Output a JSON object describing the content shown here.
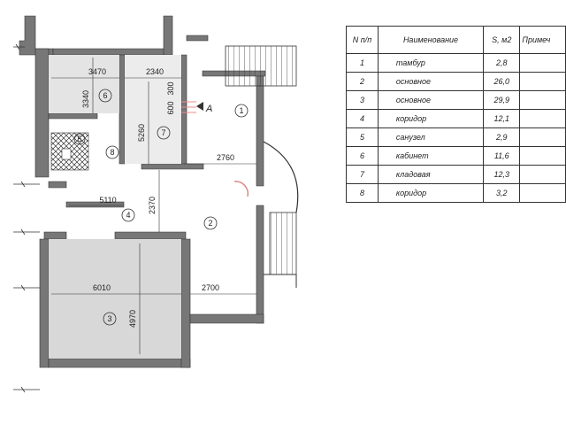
{
  "table": {
    "headers": {
      "num": "N п/п",
      "name": "Наименование",
      "area": "S, м2",
      "note": "Примеч"
    },
    "rows": [
      {
        "num": "1",
        "name": "тамбур",
        "area": "2,8",
        "note": ""
      },
      {
        "num": "2",
        "name": "основное",
        "area": "26,0",
        "note": ""
      },
      {
        "num": "3",
        "name": "основное",
        "area": "29,9",
        "note": ""
      },
      {
        "num": "4",
        "name": "коридор",
        "area": "12,1",
        "note": ""
      },
      {
        "num": "5",
        "name": "санузел",
        "area": "2,9",
        "note": ""
      },
      {
        "num": "6",
        "name": "кабинет",
        "area": "11,6",
        "note": ""
      },
      {
        "num": "7",
        "name": "кладовая",
        "area": "12,3",
        "note": ""
      },
      {
        "num": "8",
        "name": "коридор",
        "area": "3,2",
        "note": ""
      }
    ]
  },
  "plan": {
    "dimensions": {
      "d3470": "3470",
      "d2340": "2340",
      "d3340": "3340",
      "d5260": "5260",
      "d600": "600",
      "d300": "300",
      "d2760": "2760",
      "d5110": "5110",
      "d2370": "2370",
      "d6010": "6010",
      "d2700": "2700",
      "d4970": "4970"
    },
    "rooms": {
      "r1": "1",
      "r2": "2",
      "r3": "3",
      "r4": "4",
      "r5": "5",
      "r6": "6",
      "r7": "7",
      "r8": "8"
    },
    "section_marker": "А"
  }
}
